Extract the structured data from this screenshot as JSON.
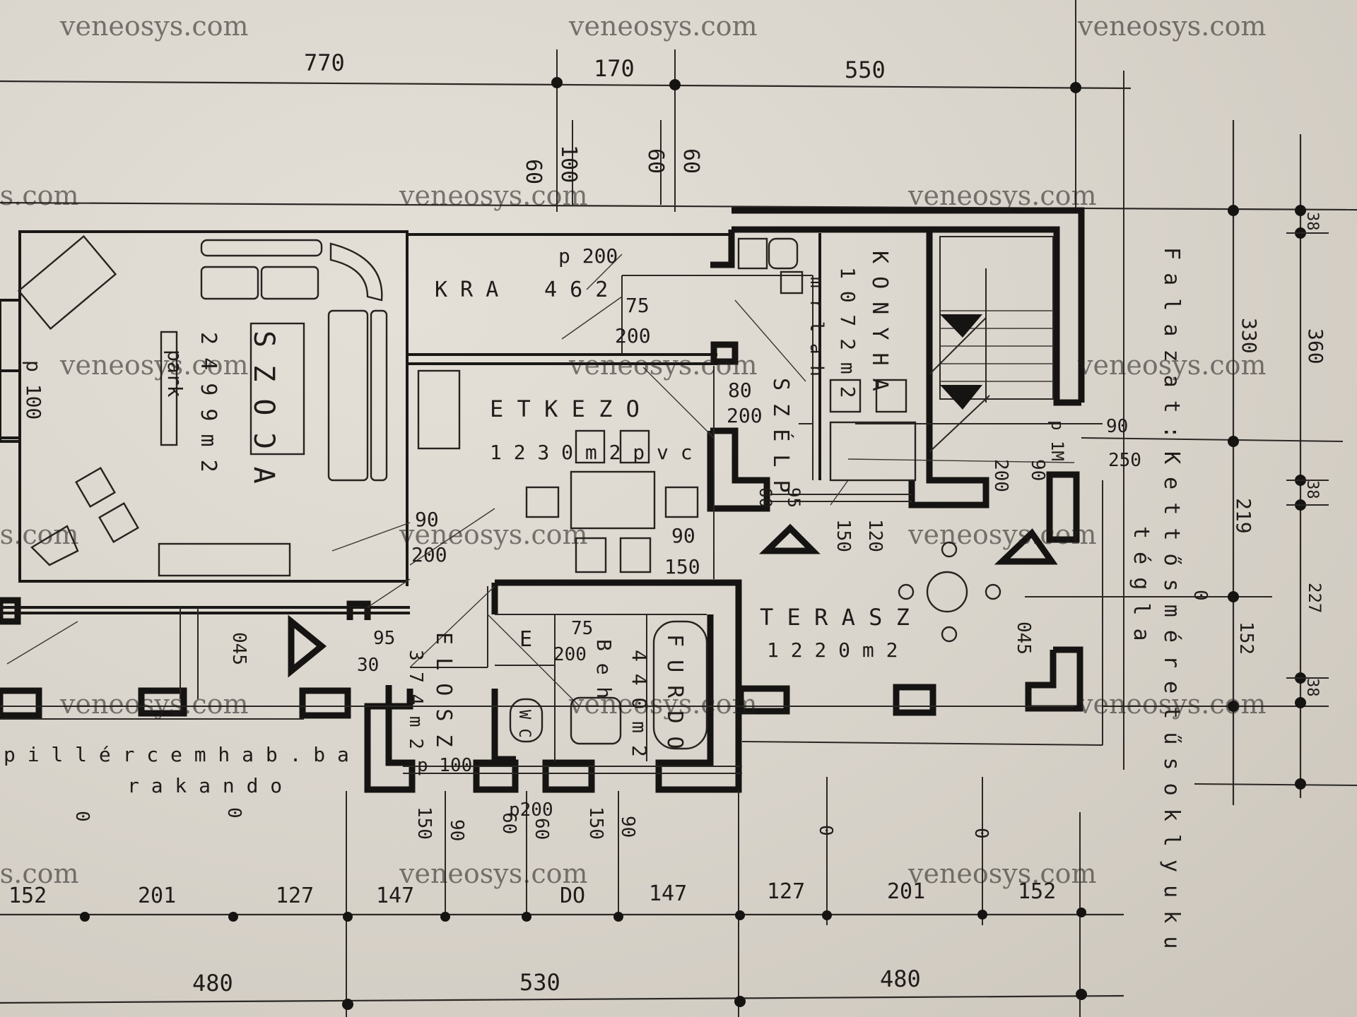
{
  "dimensions_top": [
    "770",
    "170",
    "550"
  ],
  "dimensions_bottom_fine": [
    "152",
    "201",
    "127",
    "147",
    "DO",
    "147",
    "127",
    "201",
    "152"
  ],
  "dimensions_bottom": [
    "480",
    "530",
    "480"
  ],
  "dimensions_right": [
    "330",
    "360",
    "219",
    "227",
    "152"
  ],
  "right_small": [
    "38",
    "38",
    "38"
  ],
  "openings": {
    "w1": [
      "60",
      "100"
    ],
    "w2": [
      "60",
      "60"
    ],
    "kra_door": [
      "p 200"
    ],
    "kra_win": [
      "75",
      "200"
    ],
    "szoba_side": "p 100",
    "etk_door1": [
      "90",
      "200"
    ],
    "etk_door2": [
      "90",
      "150"
    ],
    "szel_door": [
      "80",
      "200"
    ],
    "szel_95": "95",
    "szel_60": "60",
    "kitchen_door": [
      "120",
      "150"
    ],
    "stair_door": [
      "90",
      "200"
    ],
    "stair_90": "90",
    "stair_250": "250",
    "p1": "p 1M",
    "elo_door": [
      "95",
      "30"
    ],
    "furdo_door": [
      "75",
      "200"
    ],
    "p100_bottom": "p 100",
    "bottom_small": [
      "150",
      "90",
      "60",
      "60",
      "150",
      "90"
    ],
    "p200_bottom": "p200",
    "zero_marks": [
      "0",
      "0",
      "0",
      "0",
      "0"
    ],
    "045_a": "045",
    "045_b": "045"
  },
  "rooms": {
    "szoba": {
      "name": "S Z O Ɔ A",
      "area": "2 4 9 9 m 2",
      "floor": "park"
    },
    "kra": {
      "name": "K R A",
      "area": "4 6 2"
    },
    "etkezo": {
      "name": "E T K E Z O",
      "area": "1 2 3 0 m 2  p v c"
    },
    "szel": {
      "name": "S Z É L P",
      "area": ""
    },
    "konyha": {
      "name": "K O N Y H A",
      "area": "1 0 7 2 m 2",
      "floor": "m r l a h"
    },
    "terasz": {
      "name": "T E R A S Z",
      "area": "1 2 2 0 m 2"
    },
    "elo": {
      "name": "E L O  S Z",
      "area": "3 7 4 m 2",
      "e": "E"
    },
    "furdo": {
      "name": "F U R D O",
      "area": "4 4 0 m 2",
      "floor": "B e h"
    },
    "wc": {
      "name": "W C"
    }
  },
  "notes": {
    "piller": "p i l l é r   c e m  h a b . b a",
    "rakando": "r a k a n d o",
    "falazat": "F a l a z a t :  K e t t ő s m é r e t ű  s o k l y u k u",
    "tegla": "t é g l a"
  },
  "watermark": "veneosys.com"
}
